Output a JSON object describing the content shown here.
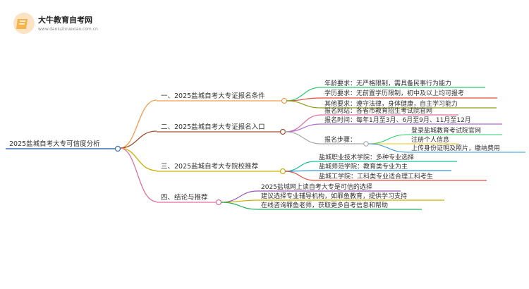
{
  "logo": {
    "title": "大牛教育自考网",
    "url": "www.daniuzixuexiao.com.cn"
  },
  "mindmap": {
    "root": "2025盐城自考大专可信度分析",
    "branches": [
      {
        "label": "一、2025盐城自考大专证报名条件",
        "color": "#f39c4e",
        "children": [
          {
            "label": "年龄要求：无严格限制，需具备民事行为能力",
            "color": "#2ecc71"
          },
          {
            "label": "学历要求：无前置学历限制，初中及以上均可报考",
            "color": "#e74c3c"
          },
          {
            "label": "其他要求：遵守法律，身体健康，自主学习能力",
            "color": "#8e9e10"
          }
        ]
      },
      {
        "label": "二、2025盐城自考大专证报名入口",
        "color": "#a0522d",
        "children": [
          {
            "label": "报名网站：各省市教育招生考试院官网",
            "color": "#e06fa0"
          },
          {
            "label": "报名时间：每年1月至3月、6月至9月、11月至12月",
            "color": "#b06bd0"
          },
          {
            "label": "报名步骤：",
            "color": "#a9a9a9",
            "children": [
              {
                "label": "登录盐城教育考试院官网",
                "color": "#2ecc71"
              },
              {
                "label": "注册个人信息",
                "color": "#f1c40f"
              },
              {
                "label": "上传身份证明及照片，缴纳费用",
                "color": "#3498db"
              }
            ]
          }
        ]
      },
      {
        "label": "三、2025盐城自考大专院校推荐",
        "color": "#c9b100",
        "children": [
          {
            "label": "盐城职业技术学院：多种专业选择",
            "color": "#1abc9c"
          },
          {
            "label": "盐城师范学院：教育类专业为主",
            "color": "#3498db"
          },
          {
            "label": "盐城工学院：工科类专业适合理工科考生",
            "color": "#e74c3c"
          }
        ]
      },
      {
        "label": "四、结论与推荐",
        "color": "#e06fa0",
        "children": [
          {
            "label": "2025盐城网上读自考大专是可信的选择",
            "color": "#9b59b6"
          },
          {
            "label": "建议选择专业辅导机构，如罪鱼教育，提供学习支持",
            "color": "#c9b100"
          },
          {
            "label": "在线咨询罪鱼老师，获取更多自考信息和帮助",
            "color": "#27ae60"
          }
        ]
      }
    ],
    "root_color": "#3a6fb0"
  }
}
